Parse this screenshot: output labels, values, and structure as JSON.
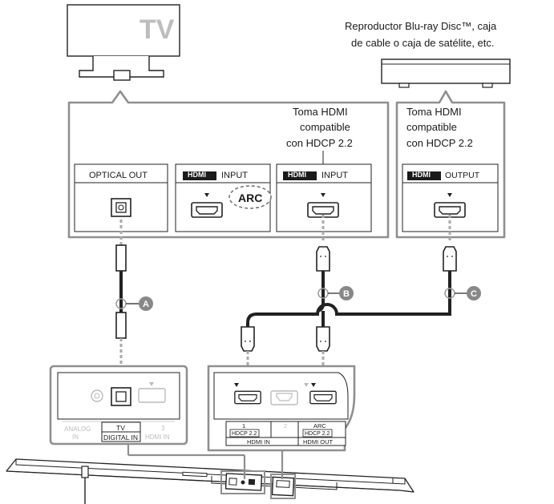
{
  "tv": {
    "label": "TV"
  },
  "source_device": {
    "caption_line1": "Reproductor Blu-ray Disc™, caja",
    "caption_line2": "de cable o caja de satélite, etc."
  },
  "tv_panel": {
    "hdcp_note_line1": "Toma HDMI",
    "hdcp_note_line2": "compatible",
    "hdcp_note_line3": "con HDCP 2.2",
    "optical_out": "OPTICAL OUT",
    "hdmi_logo": "HDMI",
    "hdmi_input_1": "INPUT",
    "arc": "ARC",
    "hdmi_input_2": "INPUT"
  },
  "device_panel": {
    "hdcp_note_line1": "Toma HDMI",
    "hdcp_note_line2": "compatible",
    "hdcp_note_line3": "con HDCP 2.2",
    "hdmi_logo": "HDMI",
    "hdmi_output": "OUTPUT"
  },
  "cables": {
    "a": "A",
    "b": "B",
    "c": "C"
  },
  "soundbar_left_panel": {
    "analog_in_1": "ANALOG",
    "analog_in_2": "IN",
    "tv": "TV",
    "digital_in": "DIGITAL IN",
    "hdmi_3_num": "3",
    "hdmi_3_label": "HDMI IN"
  },
  "soundbar_right_panel": {
    "in1_num": "1",
    "in1_hdcp": "HDCP 2.2",
    "in2_num": "2",
    "hdmi_in": "HDMI IN",
    "arc": "ARC",
    "arc_hdcp": "HDCP 2.2",
    "hdmi_out": "HDMI OUT"
  }
}
